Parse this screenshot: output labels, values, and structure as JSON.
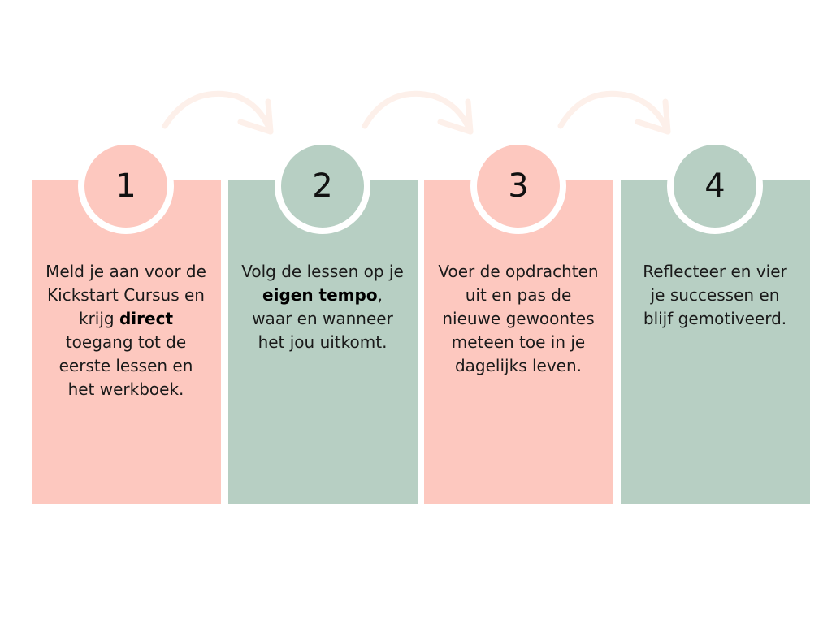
{
  "colors": {
    "pink": "#fdc8bf",
    "green": "#b7cfc3",
    "arrow": "#fdf0ea"
  },
  "steps": [
    {
      "number": "1",
      "color": "#fdc8bf",
      "text_before": "Meld je aan voor de Kickstart Cursus en krijg ",
      "text_bold": "direct",
      "text_after": " toegang tot de eerste lessen en het werkboek."
    },
    {
      "number": "2",
      "color": "#b7cfc3",
      "text_before": "Volg de lessen op je ",
      "text_bold": "eigen tempo",
      "text_after": ", waar en wanneer het jou uitkomt."
    },
    {
      "number": "3",
      "color": "#fdc8bf",
      "text_before": "Voer de opdrachten uit en pas de nieuwe gewoontes meteen toe in je dagelijks leven.",
      "text_bold": "",
      "text_after": ""
    },
    {
      "number": "4",
      "color": "#b7cfc3",
      "text_before": "Reflecteer en vier je successen en blijf gemotiveerd.",
      "text_bold": "",
      "text_after": ""
    }
  ],
  "arrows": [
    {
      "icon": "curved-arrow-icon"
    },
    {
      "icon": "curved-arrow-icon"
    },
    {
      "icon": "curved-arrow-icon"
    }
  ]
}
